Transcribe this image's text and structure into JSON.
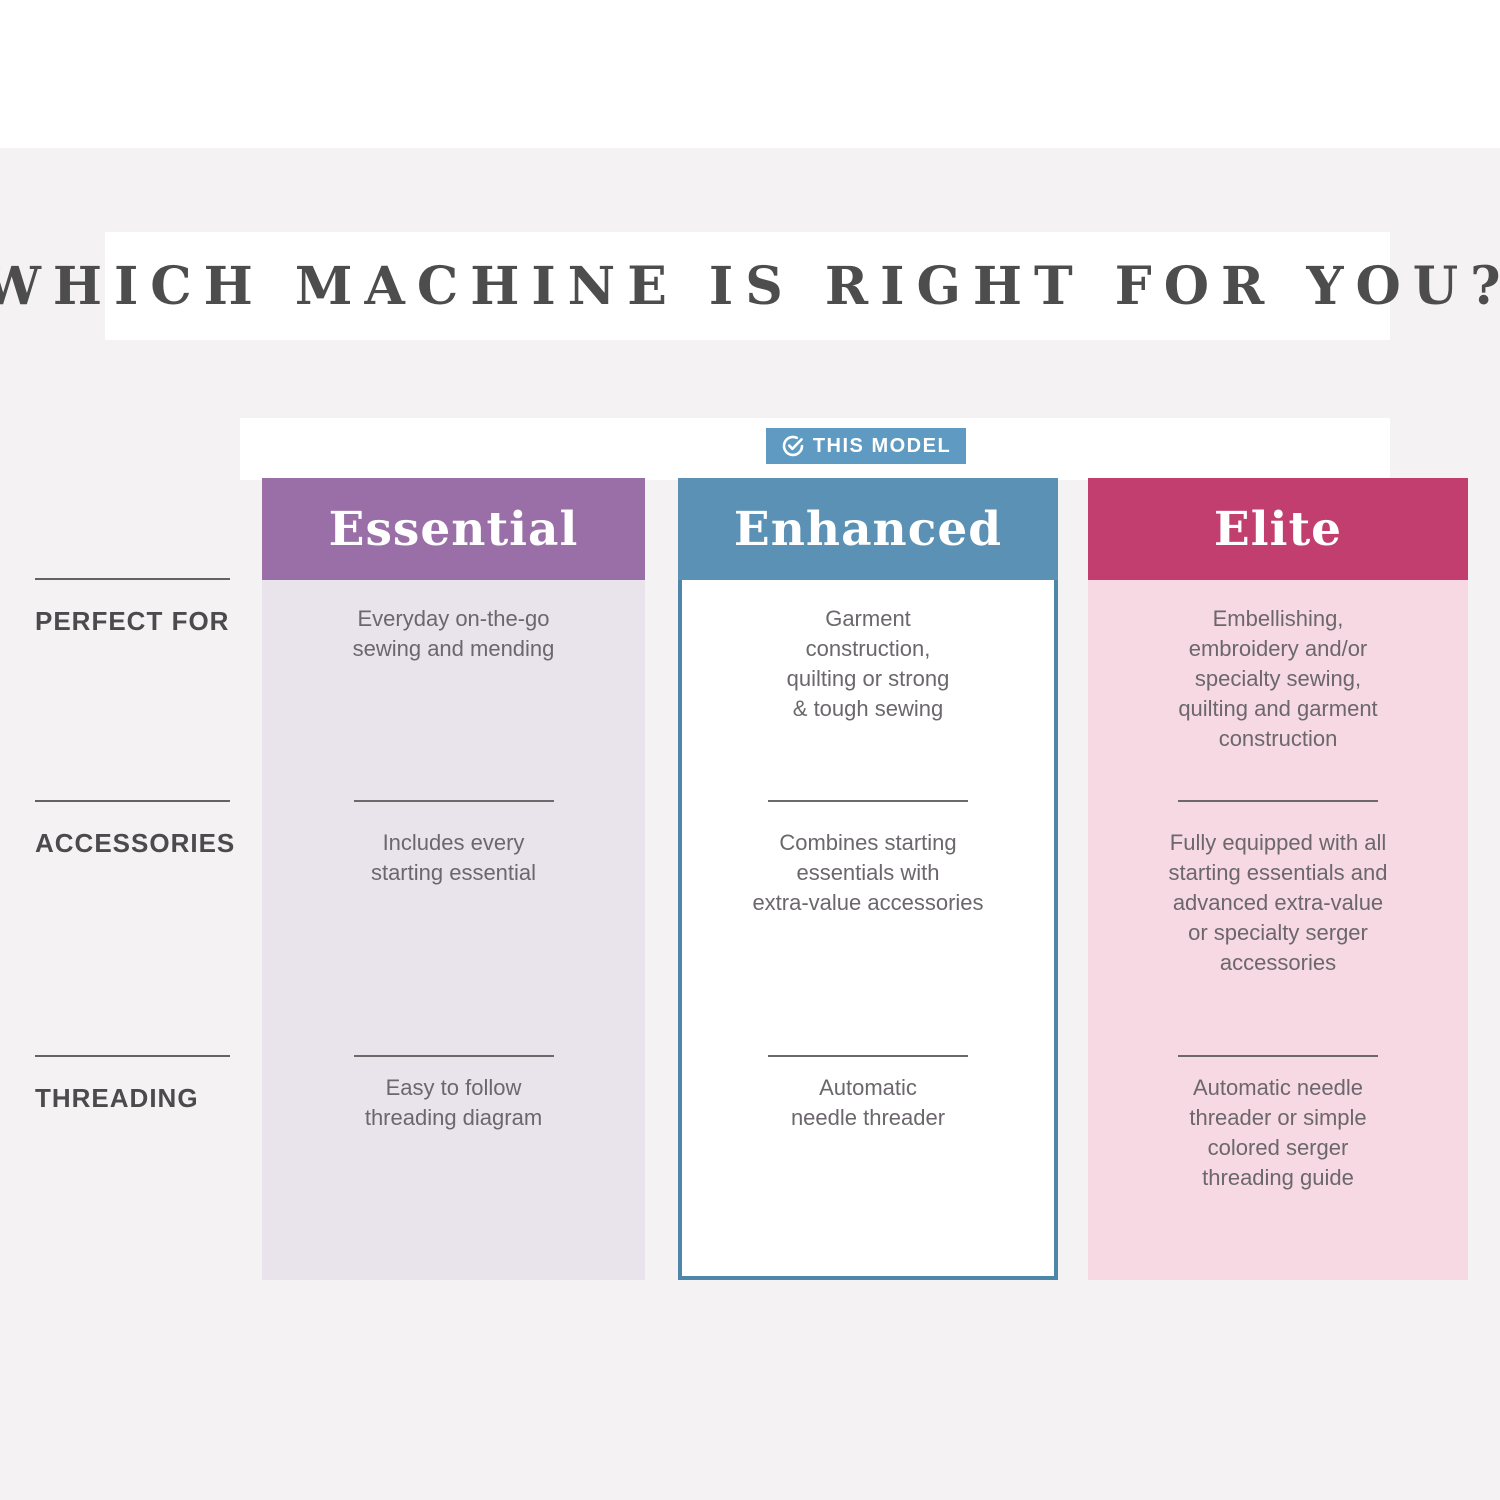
{
  "title": {
    "text": "WHICH MACHINE IS RIGHT FOR YOU?"
  },
  "badge": {
    "label": "THIS MODEL",
    "icon": "check-circle-icon",
    "bg_color": "#5e9ac2"
  },
  "row_labels": {
    "perfect_for": "PERFECT FOR",
    "accessories": "ACCESSORIES",
    "threading": "THREADING"
  },
  "colors": {
    "page_gray": "#f4f2f3",
    "essential_header": "#9a6fa7",
    "essential_body": "#e9e3eb",
    "enhanced_header": "#5b91b4",
    "enhanced_border": "#4d86a8",
    "elite_header": "#c23e6e",
    "elite_body": "#f7d9e3",
    "body_text": "#6b676c",
    "title_text": "#4d4d4d"
  },
  "columns": [
    {
      "name": "Essential",
      "highlighted": false,
      "perfect_for": "Everyday on-the-go\nsewing and mending",
      "accessories": "Includes every\nstarting essential",
      "threading": "Easy to follow\nthreading diagram"
    },
    {
      "name": "Enhanced",
      "highlighted": true,
      "perfect_for": "Garment\nconstruction,\nquilting or strong\n& tough sewing",
      "accessories": "Combines starting\nessentials with\nextra-value accessories",
      "threading": "Automatic\nneedle threader"
    },
    {
      "name": "Elite",
      "highlighted": false,
      "perfect_for": "Embellishing,\nembroidery and/or\nspecialty sewing,\nquilting and garment\nconstruction",
      "accessories": "Fully equipped with all\nstarting essentials and\nadvanced extra-value\nor specialty serger\naccessories",
      "threading": "Automatic needle\nthreader or simple\ncolored serger\nthreading guide"
    }
  ]
}
